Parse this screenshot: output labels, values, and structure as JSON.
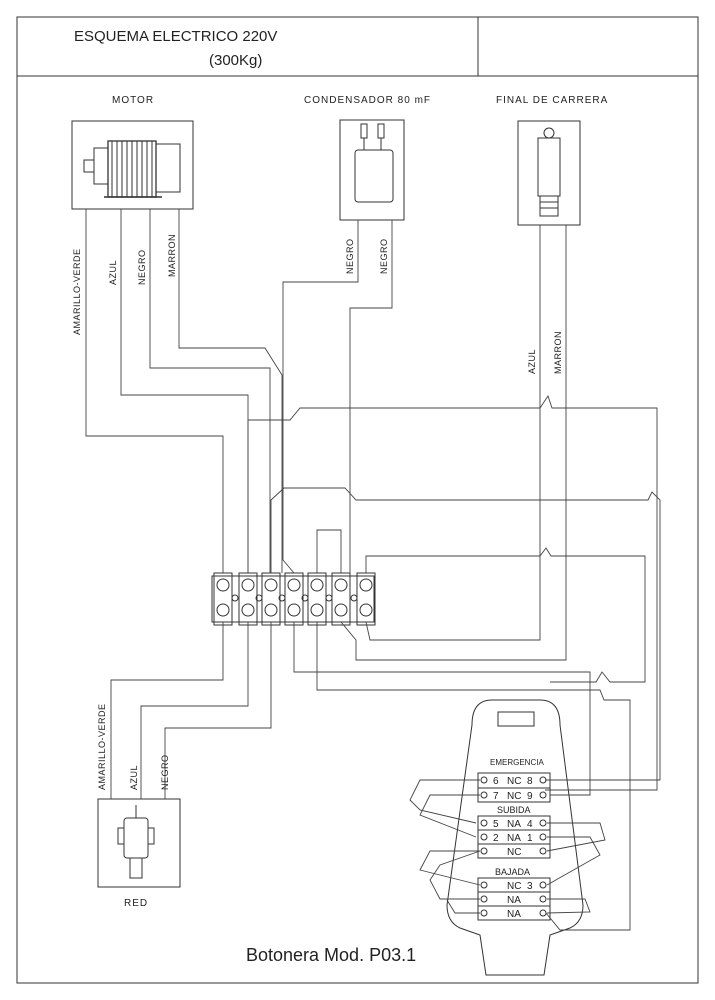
{
  "title": {
    "line1": "ESQUEMA ELECTRICO 220V",
    "line2": "(300Kg)"
  },
  "components": {
    "motor": {
      "label": "MOTOR",
      "wires": [
        "AMARILLO-VERDE",
        "AZUL",
        "NEGRO",
        "MARRON"
      ]
    },
    "capacitor": {
      "label": "CONDENSADOR 80 mF",
      "wires": [
        "NEGRO",
        "NEGRO"
      ]
    },
    "limit_switch": {
      "label": "FINAL DE CARRERA",
      "wires": [
        "AZUL",
        "MARRON"
      ]
    },
    "plug": {
      "label": "RED",
      "wires": [
        "AMARILLO-VERDE",
        "AZUL",
        "NEGRO"
      ]
    }
  },
  "pendant": {
    "caption": "Botonera Mod. P03.1",
    "sections": {
      "emergency": "EMERGENCIA",
      "up": "SUBIDA",
      "down": "BAJADA"
    },
    "rows": [
      {
        "left": "6",
        "type": "NC",
        "right": "8"
      },
      {
        "left": "7",
        "type": "NC",
        "right": "9"
      },
      {
        "left": "5",
        "type": "NA",
        "right": "4"
      },
      {
        "left": "2",
        "type": "NA",
        "right": "1"
      },
      {
        "left": "",
        "type": "NC",
        "right": ""
      },
      {
        "left": "",
        "type": "NC",
        "right": "3"
      },
      {
        "left": "",
        "type": "NA",
        "right": ""
      },
      {
        "left": "",
        "type": "NA",
        "right": ""
      }
    ]
  }
}
